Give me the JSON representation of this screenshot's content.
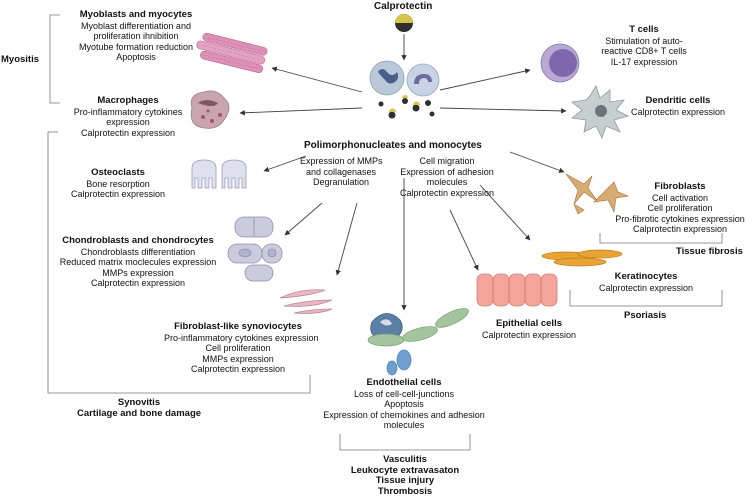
{
  "top_label": "Calprotectin",
  "center": {
    "title": "Polimorphonucleates and monocytes",
    "left_lines": [
      "Expression of MMPs",
      "and collagenases",
      "Degranulation"
    ],
    "right_lines": [
      "Cell migration",
      "Expression of adhesion",
      "molecules",
      "Calprotectin expression"
    ]
  },
  "boxes": {
    "myoblasts": {
      "title": "Myoblasts and myocytes",
      "lines": [
        "Myoblast differentiation and",
        "proliferation ihnibition",
        "Myotube formation reduction",
        "Apoptosis"
      ]
    },
    "macrophages": {
      "title": "Macrophages",
      "lines": [
        "Pro-inflammatory cytokines",
        "expression",
        "Calprotectin expression"
      ]
    },
    "osteoclasts": {
      "title": "Osteoclasts",
      "lines": [
        "Bone resorption",
        "Calprotectin expression"
      ]
    },
    "chondro": {
      "title": "Chondroblasts and chondrocytes",
      "lines": [
        "Chondroblasts differentiation",
        "Reduced matrix moclecules expression",
        "MMPs expression",
        "Calprotectin expression"
      ]
    },
    "fls": {
      "title": "Fibroblast-like synoviocytes",
      "lines": [
        "Pro-inflammatory cytokines expression",
        "Cell proliferation",
        "MMPs expression",
        "Calprotectin expression"
      ]
    },
    "endothelial": {
      "title": "Endothelial cells",
      "lines": [
        "Loss of cell-cell-junctions",
        "Apoptosis",
        "Expression of chemokines and adhesion",
        "molecules"
      ]
    },
    "epithelial": {
      "title": "Epithelial cells",
      "lines": [
        "Calprotectin expression"
      ]
    },
    "keratinocytes": {
      "title": "Keratinocytes",
      "lines": [
        "Calprotectin expression"
      ]
    },
    "fibroblasts": {
      "title": "Fibroblasts",
      "lines": [
        "Cell activation",
        "Cell proliferation",
        "Pro-fibrotic cytokines expression",
        "Calprotectin expression"
      ]
    },
    "dendritic": {
      "title": "Dendritic cells",
      "lines": [
        "Calprotectin expression"
      ]
    },
    "tcells": {
      "title": "T cells",
      "lines": [
        "Stimulation of auto-",
        "reactive CD8+ T cells",
        "IL-17 expression"
      ]
    }
  },
  "outcomes": {
    "myositis": "Myositis",
    "synovitis": [
      "Synovitis",
      "Cartilage and bone damage"
    ],
    "vasculitis": [
      "Vasculitis",
      "Leukocyte extravasaton",
      "Tissue injury",
      "Thrombosis"
    ],
    "psoriasis": "Psoriasis",
    "fibrosis": "Tissue fibrosis"
  },
  "colors": {
    "neutrophil": "#b9c9d9",
    "nucleus": "#4a5f8a",
    "muscle": "#dd8fb5",
    "macrophage": "#c9a6ae",
    "osteoclast": "#dfe0ee",
    "chondro": "#cbcbdd",
    "fls": "#e8b7bf",
    "endothelial": "#a3c49d",
    "epithelial": "#f4a49b",
    "keratinocyte": "#e9a334",
    "fibroblast": "#d8aa74",
    "dendritic": "#c6ced0",
    "tcell": "#b9a8d4"
  }
}
